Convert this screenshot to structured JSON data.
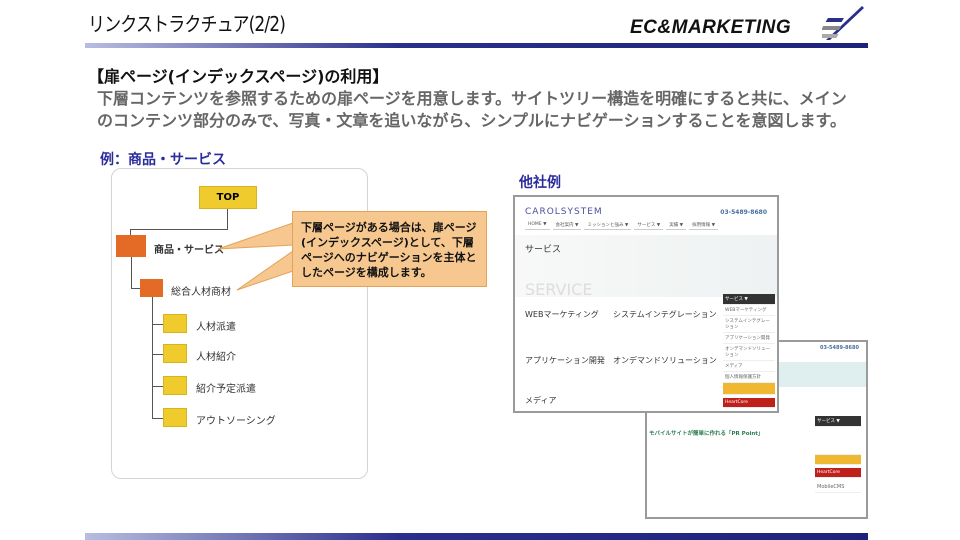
{
  "header": {
    "title": "リンクストラクチュア(2/2)",
    "logo_text": "EC&MARKETING"
  },
  "section": {
    "heading": "【扉ページ(インデックスページ)の利用】",
    "body_lines": [
      "下層コンテンツを参照するための扉ページを用意します。サイトツリー構造を明確にすると共に、メイン",
      "のコンテンツ部分のみで、写真・文章を追いながら、シンプルにナビゲーションすることを意図します。"
    ]
  },
  "example": {
    "label": "例：商品・サービス",
    "tree": {
      "top": "TOP",
      "level1": "商品・サービス",
      "level2": "総合人材商材",
      "children": [
        "人材派遣",
        "人材紹介",
        "紹介予定派遣",
        "アウトソーシング"
      ]
    },
    "callout": "下層ページがある場合は、扉ページ(インデックスページ)として、下層ページへのナビゲーションを主体としたページを構成します。",
    "colors": {
      "top_box": "#f0cb2e",
      "orange_box": "#e46b26",
      "callout": "#f6c88f"
    }
  },
  "others": {
    "label": "他社例",
    "screenshot1": {
      "brand": "CAROLSYSTEM",
      "phone": "03-5489-8680",
      "nav": [
        "HOME ▼",
        "会社案内 ▼",
        "ミッションと強み ▼",
        "サービス ▼",
        "実績 ▼",
        "採用情報 ▼"
      ],
      "page_title": "サービス",
      "hero_text": "SERVICE",
      "services": [
        "WEBマーケティング",
        "システムインテグレーション",
        "アプリケーション開発",
        "オンデマンドソリューション",
        "メディア"
      ],
      "sidebar_title": "サービス ▼",
      "sidebar_items": [
        "WEBマーケティング",
        "システムインテグレーション",
        "アプリケーション開発",
        "オンデマンドソリューション",
        "メディア",
        "個人情報保護方針"
      ],
      "banner": "HeartCore"
    },
    "screenshot2": {
      "phone": "03-5489-8680",
      "headline": "モバイルサイトが簡単に作れる「PR Point」",
      "sidebar_title": "サービス ▼",
      "banner": "HeartCore",
      "bottom_banner": "MobileCMS"
    }
  }
}
